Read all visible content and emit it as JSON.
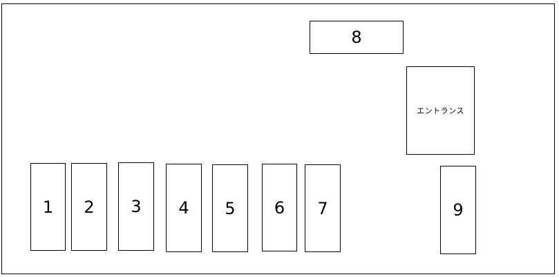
{
  "spaces": [
    {
      "label": "1"
    },
    {
      "label": "2"
    },
    {
      "label": "3"
    },
    {
      "label": "4"
    },
    {
      "label": "5"
    },
    {
      "label": "6"
    },
    {
      "label": "7"
    },
    {
      "label": "8"
    },
    {
      "label": "9"
    }
  ],
  "entrance": {
    "label": "エントランス"
  }
}
